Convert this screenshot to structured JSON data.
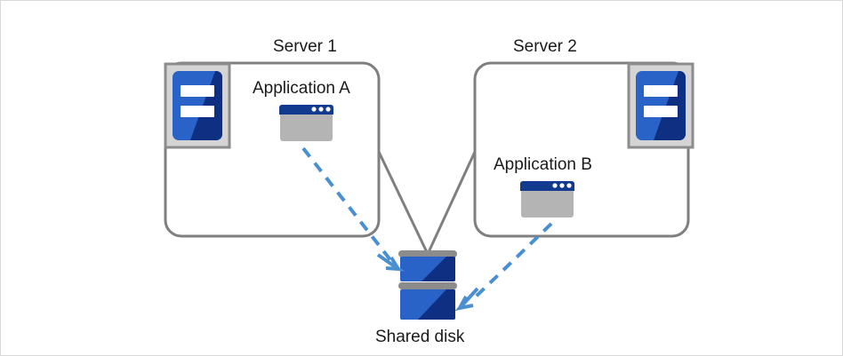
{
  "diagram": {
    "type": "shared-disk-cluster-architecture",
    "nodes": {
      "server1": {
        "title": "Server 1",
        "icon_name": "server-icon",
        "application": {
          "label": "Application A",
          "icon_name": "application-window-icon"
        }
      },
      "server2": {
        "title": "Server 2",
        "icon_name": "server-icon",
        "application": {
          "label": "Application B",
          "icon_name": "application-window-icon"
        }
      },
      "shared_disk": {
        "title": "Shared disk",
        "icon_name": "disk-stack-icon",
        "platters": 2
      }
    },
    "connections": [
      {
        "from": "server1",
        "to": "shared_disk",
        "style": "solid",
        "color": "#7f7f7f",
        "arrow": false
      },
      {
        "from": "server2",
        "to": "shared_disk",
        "style": "solid",
        "color": "#7f7f7f",
        "arrow": false
      },
      {
        "from": "Application A",
        "to": "shared_disk",
        "style": "dashed",
        "color": "#4a8fd0",
        "arrow": true
      },
      {
        "from": "Application B",
        "to": "shared_disk",
        "style": "dashed",
        "color": "#4a8fd0",
        "arrow": true
      }
    ],
    "colors": {
      "box_border": "#7f7f7f",
      "icon_frame": "#d4d4d4",
      "icon_frame_border": "#8c8c8c",
      "icon_blue_light": "#2a63c8",
      "icon_blue_dark": "#0f2f82",
      "window_titlebar": "#123a8f",
      "window_body": "#b4b4b4",
      "disk_gray": "#8c8c8c",
      "dashed_arrow": "#4a8fd0",
      "text": "#1a1a1a",
      "frame": "#d9d9d9"
    }
  }
}
